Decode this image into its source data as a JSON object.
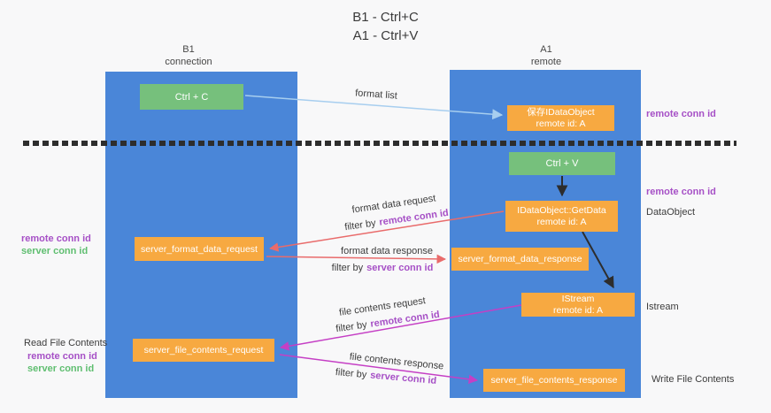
{
  "title": {
    "line1": "B1 - Ctrl+C",
    "line2": "A1 - Ctrl+V"
  },
  "lanes": {
    "left": {
      "name": "B1",
      "role": "connection"
    },
    "right": {
      "name": "A1",
      "role": "remote"
    }
  },
  "boxes": {
    "ctrl_c": {
      "label": "Ctrl + C"
    },
    "ctrl_v": {
      "label": "Ctrl + V"
    },
    "save_dataobject": {
      "line1": "保存IDataObject",
      "line2": "remote id: A"
    },
    "getdata": {
      "line1": "IDataObject::GetData",
      "line2": "remote id: A"
    },
    "istream": {
      "line1": "IStream",
      "line2": "remote id: A"
    },
    "server_format_data_request": {
      "label": "server_format_data_request"
    },
    "server_format_data_response": {
      "label": "server_format_data_response"
    },
    "server_file_contents_request": {
      "label": "server_file_contents_request"
    },
    "server_file_contents_response": {
      "label": "server_file_contents_response"
    }
  },
  "arrows": {
    "format_list": {
      "label": "format list",
      "color": "#a7ceef"
    },
    "format_data_request": {
      "label": "format data request",
      "filter_prefix": "filter by",
      "filter_key": "remote conn id",
      "color": "#e96b6b"
    },
    "format_data_response": {
      "label": "format data response",
      "filter_prefix": "filter by",
      "filter_key": "server conn id",
      "color": "#e96b6b"
    },
    "file_contents_request": {
      "label": "file contents request",
      "filter_prefix": "filter by",
      "filter_key": "remote conn id",
      "color": "#c53fc5"
    },
    "file_contents_response": {
      "label": "file contents response",
      "filter_prefix": "filter by",
      "filter_key": "server conn id",
      "color": "#c53fc5"
    }
  },
  "side_labels": {
    "right_remote_conn_id_top": "remote conn id",
    "right_remote_conn_id_mid": "remote conn id",
    "dataobject": "DataObject",
    "istream": "Istream",
    "write_file_contents": "Write File Contents",
    "left_remote_conn_id_1": "remote conn id",
    "left_server_conn_id_1": "server conn id",
    "read_file_contents": "Read File Contents",
    "left_remote_conn_id_2": "remote conn id",
    "left_server_conn_id_2": "server conn id"
  },
  "colors": {
    "lane_blue": "#4a86d8",
    "box_green": "#76c07c",
    "box_orange": "#f7a941",
    "arrow_red": "#e96b6b",
    "arrow_magenta": "#c53fc5",
    "arrow_lightblue": "#a7ceef",
    "text_purple": "#a650c6",
    "text_green": "#5fbe70",
    "dash_line_black": "#2d2d2d"
  }
}
